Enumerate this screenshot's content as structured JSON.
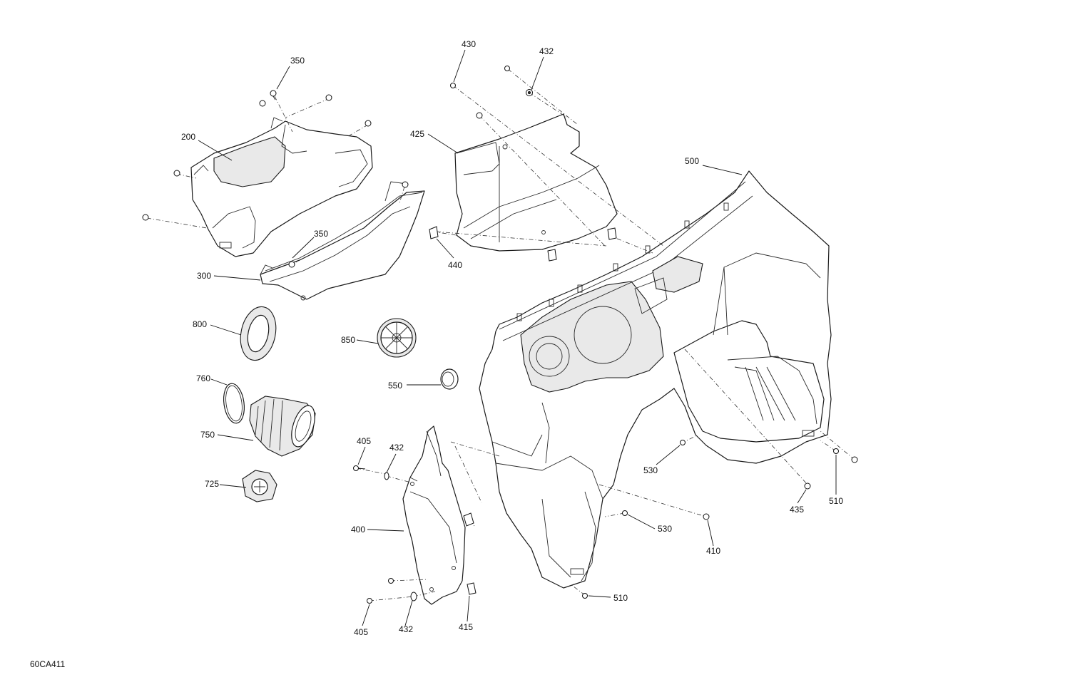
{
  "drawing_id": "60CA411",
  "callouts": {
    "c350a": "350",
    "c200": "200",
    "c350b": "350",
    "c300": "300",
    "c800": "800",
    "c760": "760",
    "c750": "750",
    "c725": "725",
    "c430": "430",
    "c432a": "432",
    "c425": "425",
    "c440": "440",
    "c850": "850",
    "c550": "550",
    "c500": "500",
    "c405a": "405",
    "c432b": "432",
    "c400": "400",
    "c405b": "405",
    "c432c": "432",
    "c415": "415",
    "c530a": "530",
    "c530b": "530",
    "c410": "410",
    "c435": "435",
    "c510a": "510",
    "c510b": "510"
  }
}
